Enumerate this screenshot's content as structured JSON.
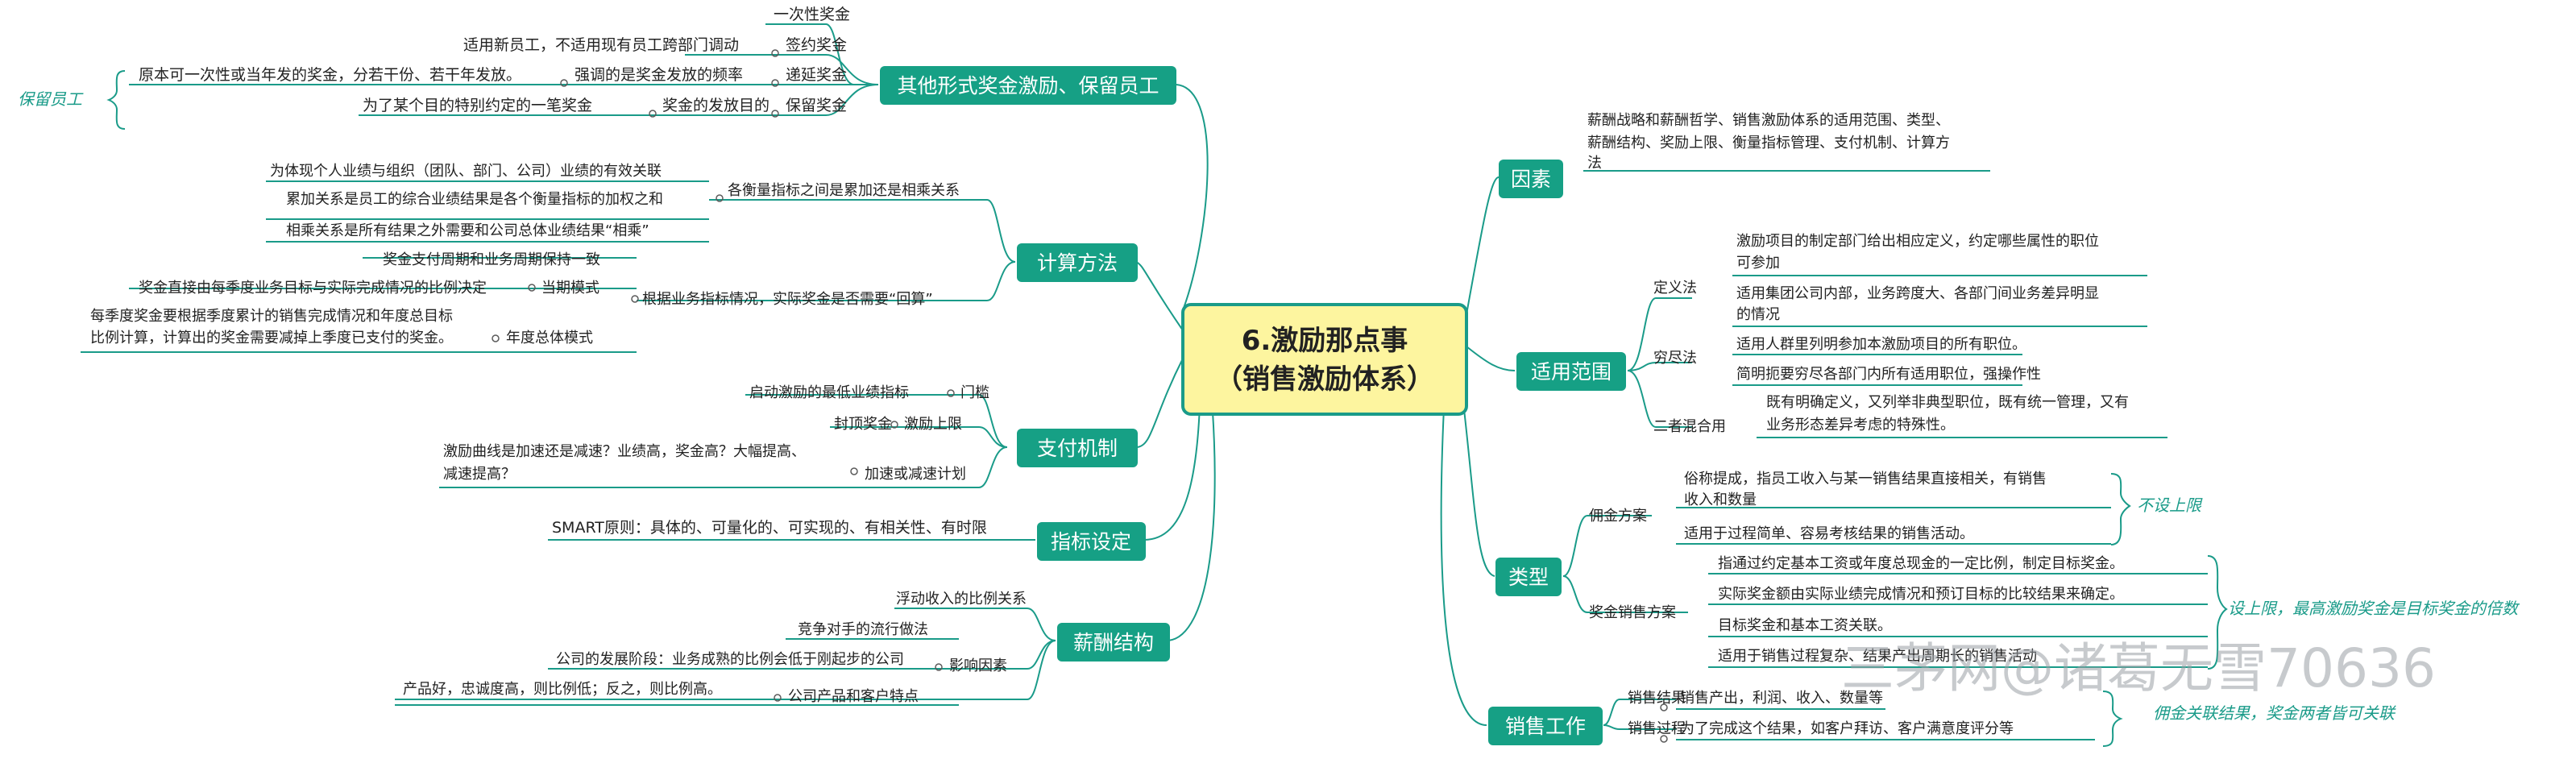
{
  "central": {
    "line1": "6.激励那点事",
    "line2": "（销售激励体系）"
  },
  "topics": {
    "other_forms": "其他形式奖金激励、保留员工",
    "calc_method": "计算方法",
    "pay_mech": "支付机制",
    "target_set": "指标设定",
    "pay_struct": "薪酬结构",
    "factors": "因素",
    "scope": "适用范围",
    "types": "类型",
    "sales_work": "销售工作"
  },
  "other_forms": {
    "one_time_bonus": "一次性奖金",
    "signing_bonus": "签约奖金",
    "signing_note": "适用新员工，不适用现有员工跨部门调动",
    "deferred_bonus": "递延奖金",
    "deferred_focus": "强调的是奖金发放的频率",
    "deferred_note": "原本可一次性或当年发的奖金，分若干份、若干年发放。",
    "retention_label": "保留员工",
    "retention_bonus": "保留奖金",
    "retention_purpose": "奖金的发放目的",
    "retention_note": "为了某个目的特别约定的一笔奖金"
  },
  "calc_method": {
    "additive_mult": "各衡量指标之间是累加还是相乘关系",
    "business_link": "为体现个人业绩与组织（团队、部门、公司）业绩的有效关联",
    "additive_desc": "累加关系是员工的综合业绩结果是各个衡量指标的加权之和",
    "mult_desc": "相乘关系是所有结果之外需要和公司总体业绩结果“相乘”",
    "lookback": "根据业务指标情况，实际奖金是否需要“回算”",
    "cycle_sync": "奖金支付周期和业务周期保持一致",
    "current_mode": "当期模式",
    "current_desc": "奖金直接由每季度业务目标与实际完成情况的比例决定",
    "annual_mode": "年度总体模式",
    "annual_desc_1": "每季度奖金要根据季度累计的销售完成情况和年度总目标",
    "annual_desc_2": "比例计算，计算出的奖金需要减掉上季度已支付的奖金。"
  },
  "pay_mech": {
    "threshold": "门槛",
    "threshold_desc": "启动激励的最低业绩指标",
    "cap": "激励上限",
    "cap_desc": "封顶奖金",
    "accel": "加速或减速计划",
    "accel_desc_1": "激励曲线是加速还是减速？业绩高，奖金高？大幅提高、",
    "accel_desc_2": "减速提高？"
  },
  "target_set": {
    "smart": "SMART原则：具体的、可量化的、可实现的、有相关性、有时限"
  },
  "pay_struct": {
    "float_ratio": "浮动收入的比例关系",
    "influence": "影响因素",
    "competitor": "竞争对手的流行做法",
    "stage": "公司的发展阶段：业务成熟的比例会低于刚起步的公司",
    "product": "公司产品和客户特点",
    "product_desc": "产品好，忠诚度高，则比例低；反之，则比例高。"
  },
  "factors": {
    "desc_1": "薪酬战略和薪酬哲学、销售激励体系的适用范围、类型、",
    "desc_2": "薪酬结构、奖励上限、衡量指标管理、支付机制、计算方",
    "desc_3": "法"
  },
  "scope": {
    "definition": "定义法",
    "def_a1": "激励项目的制定部门给出相应定义，约定哪些属性的职位",
    "def_a2": "可参加",
    "def_b1": "适用集团公司内部，业务跨度大、各部门间业务差异明显",
    "def_b2": "的情况",
    "exhaustive": "穷尽法",
    "exh_a": "适用人群里列明参加本激励项目的所有职位。",
    "exh_b": "简明扼要穷尽各部门内所有适用职位，强操作性",
    "mixed": "二者混合用",
    "mixed_1": "既有明确定义，又列举非典型职位，既有统一管理，又有",
    "mixed_2": "业务形态差异考虑的特殊性。"
  },
  "types": {
    "commission": "佣金方案",
    "comm_a1": "俗称提成，指员工收入与某一销售结果直接相关，有销售",
    "comm_a2": "收入和数量",
    "comm_b": "适用于过程简单、容易考核结果的销售活动。",
    "no_cap_note": "不设上限",
    "bonus_plan": "奖金销售方案",
    "bonus_a": "指通过约定基本工资或年度总现金的一定比例，制定目标奖金。",
    "bonus_b": "实际奖金额由实际业绩完成情况和预订目标的比较结果来确定。",
    "bonus_c": "目标奖金和基本工资关联。",
    "bonus_d": "适用于销售过程复杂、结果产出周期长的销售活动",
    "cap_note": "设上限，最高激励奖金是目标奖金的倍数"
  },
  "sales_work": {
    "result": "销售结果",
    "result_desc": "销售产出，利润、收入、数量等",
    "process": "销售过程",
    "process_desc": "为了完成这个结果，如客户拜访、客户满意度评分等",
    "both_note": "佣金关联结果，奖金两者皆可关联"
  },
  "watermark": "三茅网@诸葛无雪70636",
  "colors": {
    "teal": "#1a9b89",
    "topic_fill": "#16a085",
    "central_fill": "#fdf59f",
    "central_border": "#1a9b89"
  }
}
